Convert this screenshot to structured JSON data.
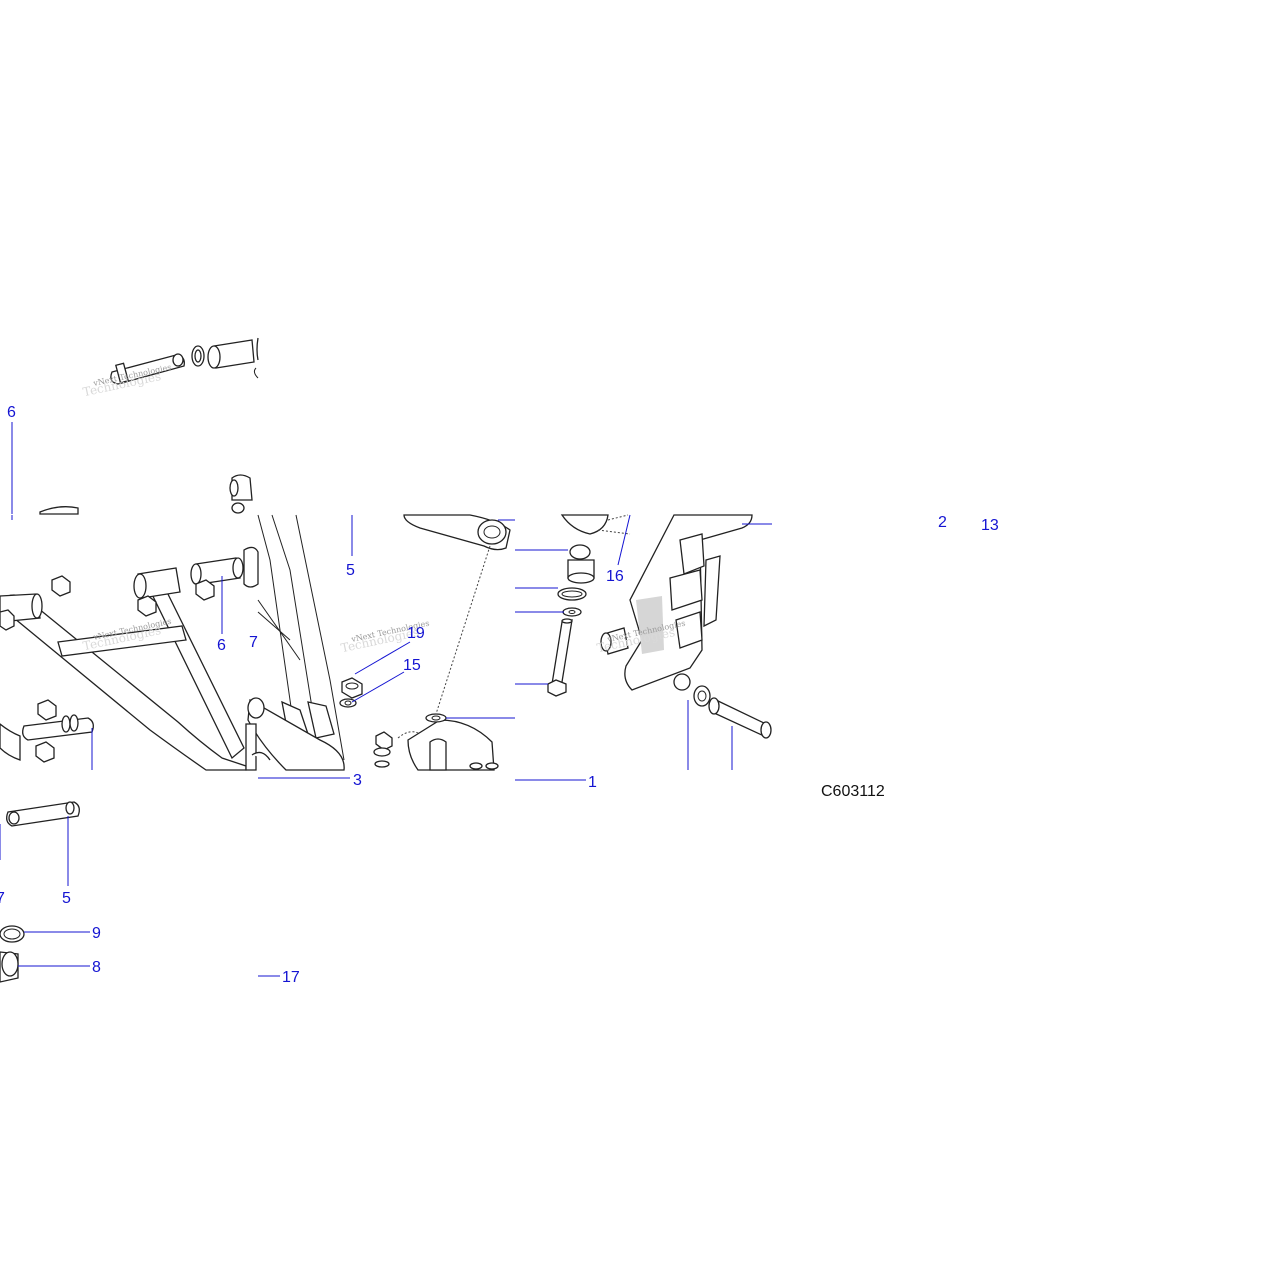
{
  "callouts": {
    "c6a": "6",
    "c2": "2",
    "c13": "13",
    "c5a": "5",
    "c16": "16",
    "c6b": "6",
    "c7a": "7",
    "c19": "19",
    "c15": "15",
    "c3": "3",
    "c1": "1",
    "c5b": "5",
    "c7b": "7",
    "c9": "9",
    "c8": "8",
    "c17": "17"
  },
  "drawing_code": "C603112",
  "watermark": {
    "line1": "vNext Technologies",
    "line2": "Technologies"
  },
  "colors": {
    "callout": "#1414d2",
    "linework": "#222222",
    "watermark": "#9a9a9a"
  }
}
